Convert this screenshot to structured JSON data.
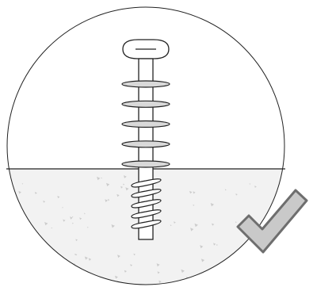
{
  "diagram": {
    "subject": "screw-installed-in-wall-plug",
    "status": "correct",
    "washer_count": 5,
    "thread_turns": 5,
    "icons": {
      "result": "check-mark-icon"
    },
    "colors": {
      "outline": "#222222",
      "screw_fill": "#ffffff",
      "washer_fill": "#d9d9d9",
      "wall_fill": "#f2f2f2",
      "wall_speckle": "#cccccc",
      "check_fill": "#c9c9c9",
      "check_stroke": "#6e6e6e"
    }
  }
}
